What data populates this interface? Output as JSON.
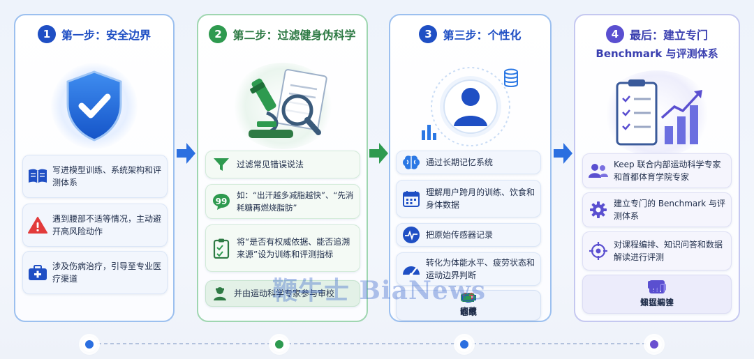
{
  "steps": [
    {
      "num": "1",
      "title": "第一步：安全边界",
      "items": [
        "写进模型训练、系统架构和评测体系",
        "遇到腰部不适等情况，主动避开高风险动作",
        "涉及伤病治疗，引导至专业医疗渠道"
      ]
    },
    {
      "num": "2",
      "title": "第二步：过滤健身伪科学",
      "items": [
        "过滤常见错误说法",
        "如：“出汗越多减脂越快”、“先消耗糖再燃烧脂肪”",
        "将“是否有权威依据、能否追溯来源”设为训练和评测指标"
      ],
      "footer": "并由运动科学专家参与审校"
    },
    {
      "num": "3",
      "title": "第三步：个性化",
      "items": [
        "通过长期记忆系统",
        "理解用户跨月的训练、饮食和身体数据",
        "把原始传感器记录",
        "转化为体能水平、疲劳状态和运动边界判断"
      ],
      "sensors": [
        "训练",
        "饮食",
        "心率",
        "睡眠",
        "疲劳"
      ]
    },
    {
      "num": "4",
      "title_line1": "最后：建立专门",
      "title_line2": "Benchmark 与评测体系",
      "items": [
        "Keep 联合内部运动科学专家和首都体育学院专家",
        "建立专门的 Benchmark 与评测体系",
        "对课程编排、知识问答和数据解读进行评测"
      ],
      "evals": [
        "课程编排",
        "知识问答",
        "数据解读"
      ]
    }
  ],
  "watermark": "鞭牛士 BiaNews",
  "colors": {
    "blue": "#1f4fc4",
    "green": "#2e9a4f",
    "purple": "#5a4fd0",
    "accent_blue": "#2b78e4",
    "red": "#e23b3b"
  }
}
